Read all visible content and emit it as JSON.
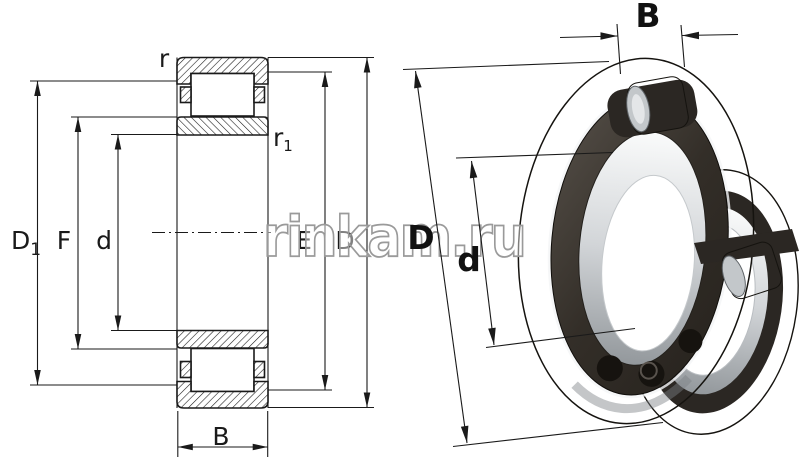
{
  "watermark": {
    "text": "rinkam.ru"
  },
  "section_view": {
    "labels": {
      "outer_rib": {
        "main": "D",
        "sub": "1"
      },
      "inner_raceway": "F",
      "bore": "d",
      "outer_raceway": "E",
      "outer_dia": "D",
      "width": "B",
      "outer_radius": "r",
      "inner_radius": {
        "main": "r",
        "sub": "1"
      }
    }
  },
  "iso_view": {
    "labels": {
      "width": "B",
      "outer_dia": "D",
      "bore": "d"
    }
  },
  "colors": {
    "line": "#1a1a1a",
    "cage": "#2b2723",
    "cage_deep": "#16130f",
    "metal_mid": "#9aa0a4",
    "watermark_stroke": "#9a9a9a"
  }
}
